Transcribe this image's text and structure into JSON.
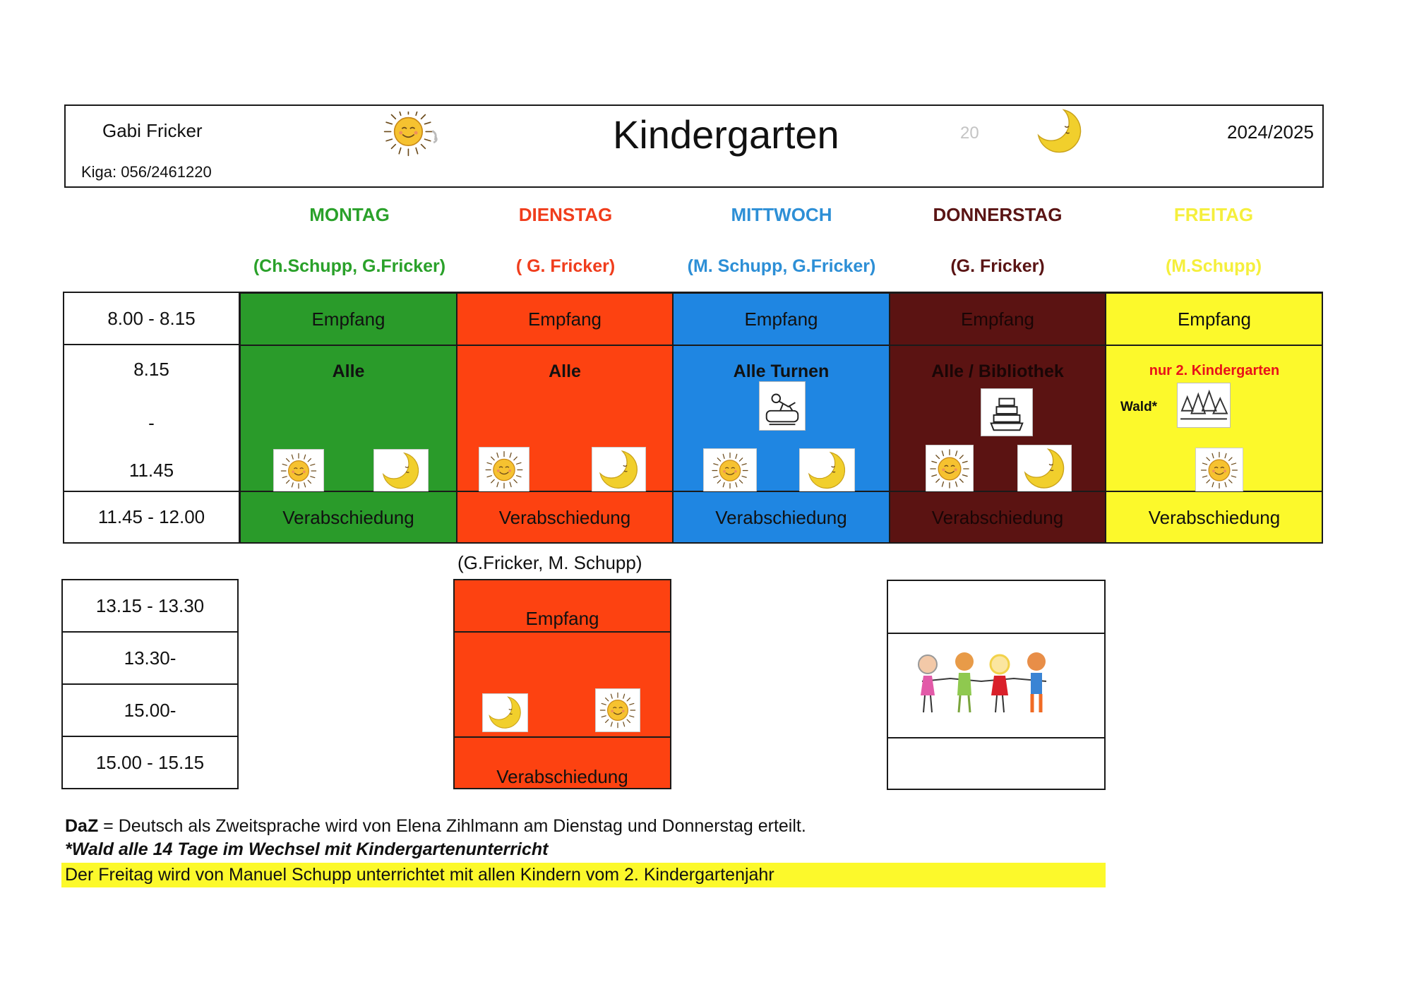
{
  "header": {
    "teacher_name": "Gabi Fricker",
    "kiga_phone": "Kiga: 056/2461220",
    "title": "Kindergarten",
    "faint_mark": "20",
    "school_year": "2024/2025"
  },
  "days": [
    {
      "name": "MONTAG",
      "staff": "(Ch.Schupp, G.Fricker)",
      "color": "#2a9b2a",
      "head_color": "#2aa12a"
    },
    {
      "name": "DIENSTAG",
      "staff": "( G. Fricker)",
      "color": "#fd4211",
      "head_color": "#f03d1c"
    },
    {
      "name": "MITTWOCH",
      "staff": "(M. Schupp, G.Fricker)",
      "color": "#1f86e2",
      "head_color": "#2d8fd6"
    },
    {
      "name": "DONNERSTAG",
      "staff": "(G. Fricker)",
      "color": "#5b1312",
      "head_color": "#5a1414"
    },
    {
      "name": "FREITAG",
      "staff": "(M.Schupp)",
      "color": "#fcf92b",
      "head_color": "#f5ef3c"
    }
  ],
  "morning": {
    "times": [
      "8.00  - 8.15",
      "8.15",
      "-",
      "11.45",
      "11.45 - 12.00"
    ],
    "arrival": [
      "Empfang",
      "Empfang",
      "Empfang",
      "Empfang",
      "Empfang"
    ],
    "activities": [
      "Alle",
      "Alle",
      "Alle Turnen",
      "Alle / Bibliothek",
      "nur 2. Kindergarten"
    ],
    "forest_label": "Wald*",
    "dismissal": [
      "Verabschiedung",
      "Verabschiedung",
      "Verabschiedung",
      "Verabschiedung",
      "Verabschiedung"
    ]
  },
  "afternoon": {
    "staff": "(G.Fricker, M. Schupp)",
    "times": [
      "13.15 - 13.30",
      "13.30-",
      "15.00-",
      "15.00 - 15.15"
    ],
    "arrival": "Empfang",
    "dismissal": "Verabschiedung"
  },
  "notes": {
    "daz_bold": "DaZ",
    "daz_text": " = Deutsch als Zweitsprache wird von Elena Zihlmann am Dienstag und Donnerstag erteilt.",
    "forest_note": "*Wald alle 14 Tage im Wechsel mit Kindergartenunterricht",
    "friday_note": "Der Freitag wird von Manuel Schupp unterrichtet mit allen Kindern vom 2. Kindergartenjahr"
  },
  "colors": {
    "monday": "#2a9b2a",
    "tuesday": "#fd4211",
    "wednesday": "#1f86e2",
    "thursday": "#5b1312",
    "friday": "#fcf92b",
    "activity_red": "#e8121a"
  },
  "icons": [
    "sun-icon",
    "moon-icon",
    "gym-icon",
    "library-icon",
    "forest-icon",
    "children-icon"
  ]
}
